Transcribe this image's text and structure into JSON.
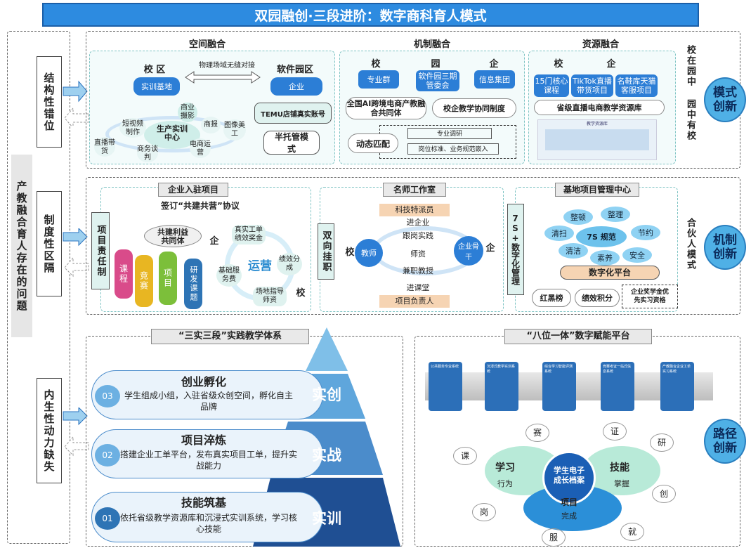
{
  "title": "双园融创·三段进阶：数字商科育人模式",
  "left": {
    "outer": "产教融合育人存在的问题",
    "p1": "结构性错位",
    "p2": "制度性区隔",
    "p3": "内生性动力缺失"
  },
  "row1": {
    "space": {
      "title": "空间融合",
      "campus": "校 区",
      "park": "软件园区",
      "link": "物理场域无缝对接",
      "base": "实训基地",
      "corp": "企业",
      "center": "生产实训中心",
      "n1": "商业摄影",
      "n2": "商报",
      "n3": "图像美工",
      "n4": "电商运营",
      "n5": "商务谈判",
      "n6": "直播带货",
      "n7": "短视频制作",
      "temu": "TEMU店铺真实账号",
      "half": "半托管模式"
    },
    "mech": {
      "title": "机制融合",
      "c1": "校",
      "c2": "园",
      "c3": "企",
      "b1": "专业群",
      "b2": "软件园三期管委会",
      "b3": "信息集团",
      "g1": "全国AI跨境电商产教融合共同体",
      "g2": "校企教学协同制度",
      "dyn": "动态匹配",
      "d1": "专业调研",
      "d2": "岗位标准、业务规范嵌入"
    },
    "res": {
      "title": "资源融合",
      "c1": "校",
      "c2": "企",
      "b1": "15门核心课程",
      "b2": "TikTok直播带货项目",
      "b3": "名鞋库天猫客服项目",
      "lib": "省级直播电商教学资源库",
      "thumb": "教学资源库"
    },
    "side": "校在园中 园中有校",
    "badge": "模式创新"
  },
  "row2": {
    "ent": {
      "title": "企业入驻项目",
      "sign": "签订“共建共营”协议",
      "comm": "共建利益共同体",
      "qi": "企",
      "xiao": "校",
      "op": "运营",
      "o1": "真实工单绩效奖金",
      "o2": "绩效分成",
      "o3": "场地指导师资",
      "o4": "基础服务费",
      "v": "项目责任制",
      "c1": "课程",
      "c2": "竞赛",
      "c3": "项目",
      "c4": "研发课题"
    },
    "studio": {
      "title": "名师工作室",
      "hang": "双向挂职",
      "xiao": "校",
      "qi": "企",
      "t": "教师",
      "e": "企业骨干",
      "s1": "科技特派员",
      "s2": "进企业",
      "s3": "跟岗实践",
      "s4": "师资",
      "s5": "兼职教授",
      "s6": "进课堂",
      "s7": "项目负责人"
    },
    "mgmt": {
      "title": "基地项目管理中心",
      "v": "7S+数字化管理",
      "c": [
        "整顿",
        "整理",
        "清扫",
        "节约",
        "清洁",
        "素养",
        "安全"
      ],
      "mid": "7S 规范",
      "plat": "数字化平台",
      "r": "红黑榜",
      "k": "绩效积分",
      "s": "企业奖学金优先实习资格"
    },
    "side": "合伙人模式",
    "badge": "机制创新"
  },
  "row3": {
    "tri": {
      "title": "“三实三段”实践教学体系",
      "l1t": "创业孵化",
      "l1n": "03",
      "l1d": "学生组成小组，入驻省级众创空间，孵化自主品牌",
      "l1p": "实创",
      "l2t": "项目淬炼",
      "l2n": "02",
      "l2d": "搭建企业工单平台，发布真实项目工单，提升实战能力",
      "l2p": "实战",
      "l3t": "技能筑基",
      "l3n": "01",
      "l3d": "依托省级教学资源库和沉浸式实训系统，学习核心技能",
      "l3p": "实训"
    },
    "plat": {
      "title": "“八位一体”数字赋能平台",
      "steps": [
        "公共服务专业系统",
        "沉浸式教学实训系统",
        "综合学习智能评测系统",
        "竞赛考证一站式信息系统",
        "产教融合企业工单实习系统"
      ],
      "a": "学习",
      "a2": "行为",
      "b": "技能",
      "b2": "掌握",
      "c": "项目",
      "c2": "完成",
      "core": "学生电子成长档案",
      "p": [
        "课",
        "赛",
        "证",
        "研",
        "创",
        "就",
        "服",
        "岗"
      ]
    },
    "badge": "路径创新"
  }
}
